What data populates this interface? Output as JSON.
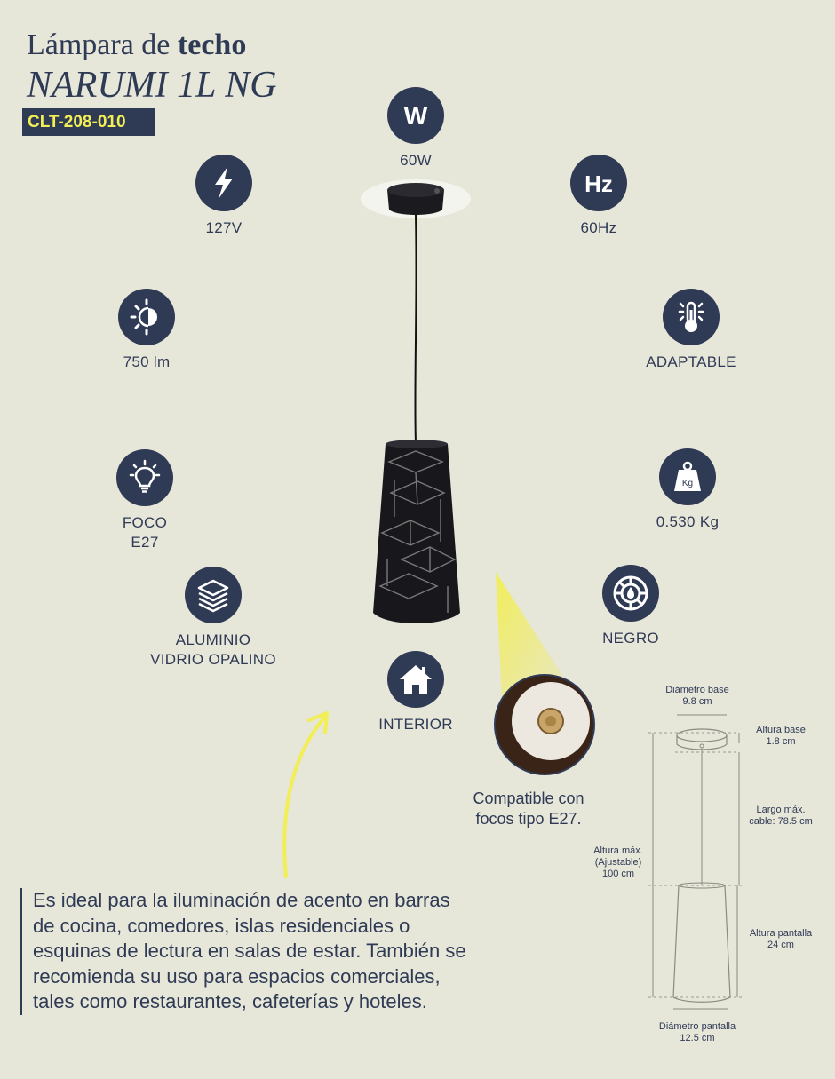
{
  "title": {
    "prefix": "Lámpara de",
    "bold": "techo",
    "model": "NARUMI 1L NG"
  },
  "sku": "CLT-208-010",
  "specs": {
    "watts": {
      "icon": "watt-icon",
      "label": "60W"
    },
    "voltage": {
      "icon": "lightning-icon",
      "label": "127V"
    },
    "frequency": {
      "icon": "hertz-icon",
      "label": "60Hz"
    },
    "lumens": {
      "icon": "brightness-icon",
      "label": "750 lm"
    },
    "temperature": {
      "icon": "thermometer-icon",
      "label": "ADAPTABLE"
    },
    "bulb": {
      "icon": "bulb-icon",
      "label_line1": "FOCO",
      "label_line2": "E27"
    },
    "weight": {
      "icon": "weight-icon",
      "label": "0.530 Kg",
      "icon_text": "Kg"
    },
    "material": {
      "icon": "layers-icon",
      "label_line1": "ALUMINIO",
      "label_line2": "VIDRIO OPALINO"
    },
    "color": {
      "icon": "color-palette-icon",
      "label": "NEGRO"
    },
    "usage": {
      "icon": "house-icon",
      "label": "INTERIOR"
    }
  },
  "compat": {
    "line1": "Compatible con",
    "line2": "focos tipo E27."
  },
  "description": "Es ideal para la iluminación de acento en barras de cocina, comedores, islas residenciales o esquinas de lectura en salas de estar. También se recomienda su uso para espacios comerciales, tales como restaurantes, cafeterías y hoteles.",
  "dimensions": {
    "base_diameter": {
      "line1": "Diámetro base",
      "line2": "9.8 cm"
    },
    "base_height": {
      "line1": "Altura base",
      "line2": "1.8 cm"
    },
    "cable_length": {
      "line1": "Largo máx.",
      "line2": "cable: 78.5 cm"
    },
    "max_height": {
      "line1": "Altura máx.",
      "line2": "(Ajustable)",
      "line3": "100 cm"
    },
    "shade_height": {
      "line1": "Altura pantalla",
      "line2": "24 cm"
    },
    "shade_diameter": {
      "line1": "Diámetro pantalla",
      "line2": "12.5 cm"
    }
  },
  "colors": {
    "navy": "#2f3a55",
    "background": "#e6e6d9",
    "accent": "#f2ee55"
  }
}
